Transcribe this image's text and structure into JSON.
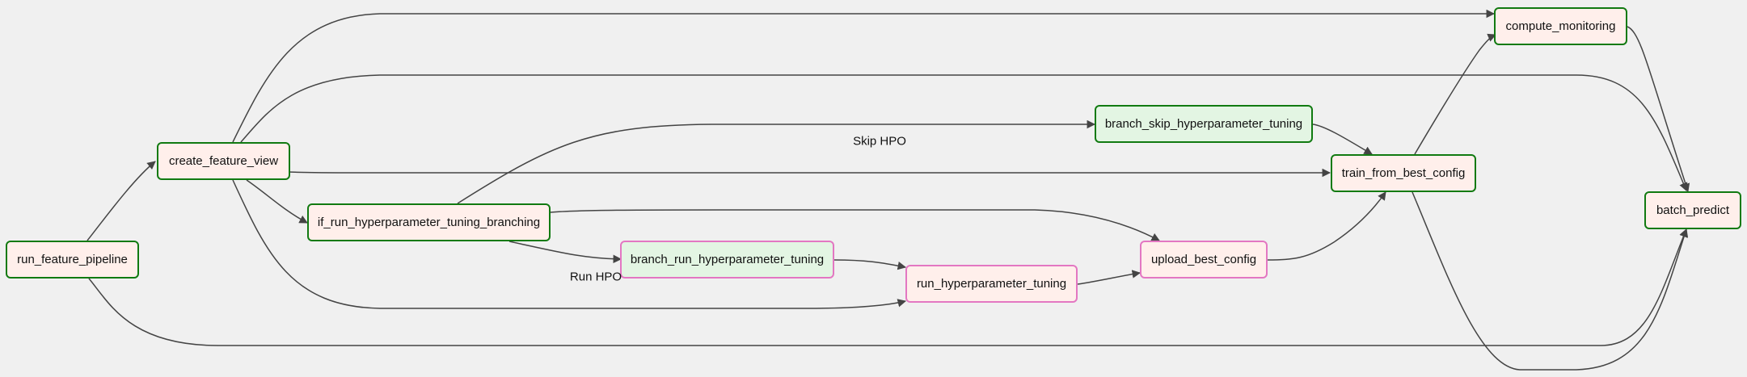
{
  "colors": {
    "background": "#f0f0f0",
    "node_border_success": "#117a11",
    "node_border_skipped": "#e377c2",
    "node_fill_task": "#ffefeb",
    "node_fill_branch": "#e3f5e3",
    "edge": "#444444"
  },
  "nodes": {
    "run_feature_pipeline": {
      "label": "run_feature_pipeline",
      "state": "success",
      "kind": "task"
    },
    "create_feature_view": {
      "label": "create_feature_view",
      "state": "success",
      "kind": "task"
    },
    "if_run_hyperparameter_tuning_branching": {
      "label": "if_run_hyperparameter_tuning_branching",
      "state": "success",
      "kind": "task"
    },
    "branch_run_hyperparameter_tuning": {
      "label": "branch_run_hyperparameter_tuning",
      "state": "skipped",
      "kind": "branch"
    },
    "run_hyperparameter_tuning": {
      "label": "run_hyperparameter_tuning",
      "state": "skipped",
      "kind": "task"
    },
    "branch_skip_hyperparameter_tuning": {
      "label": "branch_skip_hyperparameter_tuning",
      "state": "success",
      "kind": "branch"
    },
    "upload_best_config": {
      "label": "upload_best_config",
      "state": "skipped",
      "kind": "task"
    },
    "train_from_best_config": {
      "label": "train_from_best_config",
      "state": "success",
      "kind": "task"
    },
    "compute_monitoring": {
      "label": "compute_monitoring",
      "state": "success",
      "kind": "task"
    },
    "batch_predict": {
      "label": "batch_predict",
      "state": "success",
      "kind": "task"
    }
  },
  "edge_labels": {
    "skip_hpo": "Skip HPO",
    "run_hpo": "Run HPO"
  }
}
